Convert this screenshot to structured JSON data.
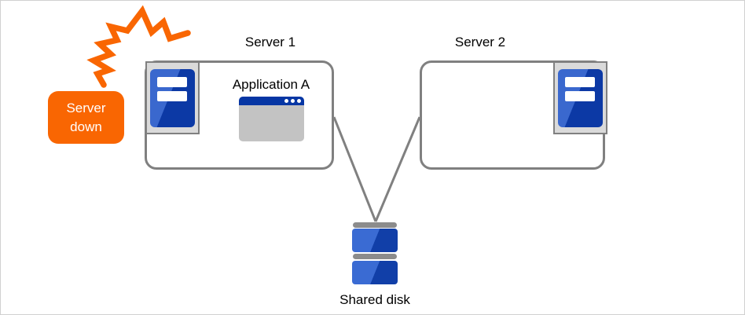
{
  "diagram": {
    "type": "failover-cluster-diagram",
    "badge": {
      "line1": "Server",
      "line2": "down",
      "color": "#f96602"
    },
    "server1": {
      "label": "Server 1",
      "application_label": "Application A"
    },
    "server2": {
      "label": "Server 2"
    },
    "shared_disk": {
      "label": "Shared disk"
    },
    "connections": [
      {
        "from": "server1-box",
        "to": "shared-disk"
      },
      {
        "from": "server2-box",
        "to": "shared-disk"
      }
    ],
    "icons": [
      "crash-flash-icon",
      "server-tower-icon",
      "application-window-icon",
      "shared-disk-icon"
    ],
    "colors": {
      "accent_orange": "#f96602",
      "box_border_gray": "#808080",
      "connector_gray": "#808080",
      "bezel_gray": "#dadada",
      "tower_blue_light": "#3a68ce",
      "tower_blue_dark": "#0c39a5",
      "titlebar_blue": "#0636a4",
      "window_body_gray": "#c3c3c3",
      "disk_blue_light": "#3a6bd3",
      "disk_blue_dark": "#113fa8",
      "disk_cap_gray": "#8c8c8c",
      "text_black": "#000000",
      "badge_text_white": "#ffffff"
    }
  }
}
